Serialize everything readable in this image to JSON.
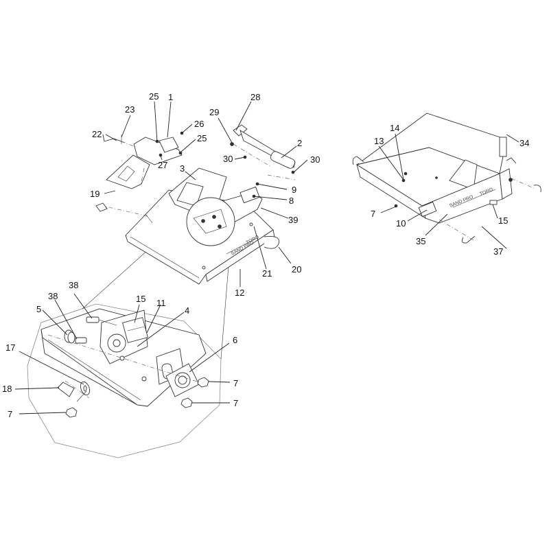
{
  "callouts": {
    "c1": "1",
    "c2": "2",
    "c3": "3",
    "c4": "4",
    "c5": "5",
    "c6": "6",
    "c7a": "7",
    "c7b": "7",
    "c7c": "7",
    "c7d": "7",
    "c8": "8",
    "c9": "9",
    "c10": "10",
    "c11": "11",
    "c12": "12",
    "c13": "13",
    "c14": "14",
    "c15a": "15",
    "c15b": "15",
    "c17": "17",
    "c18": "18",
    "c19": "19",
    "c20": "20",
    "c21": "21",
    "c22": "22",
    "c23": "23",
    "c25a": "25",
    "c25b": "25",
    "c26": "26",
    "c27": "27",
    "c28": "28",
    "c29": "29",
    "c30a": "30",
    "c30b": "30",
    "c34": "34",
    "c35": "35",
    "c37": "37",
    "c38a": "38",
    "c38b": "38",
    "c39": "39"
  },
  "decals": {
    "hopper_brand": "TORO",
    "hopper_model": "SAND PRO",
    "scoop_brand": "TORO",
    "scoop_model": "SAND PRO"
  }
}
